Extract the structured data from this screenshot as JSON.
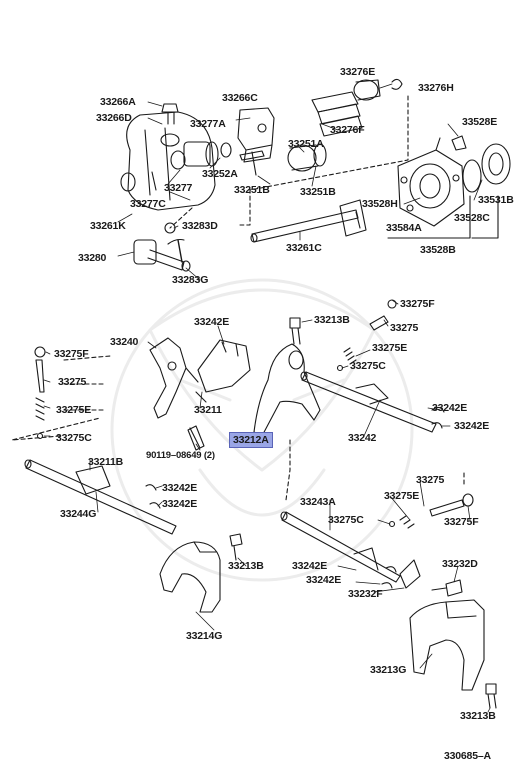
{
  "diagram": {
    "ref_code": "330685–A",
    "highlight_color": "#9aa6e6",
    "labels": [
      {
        "id": "p33276E",
        "text": "33276E"
      },
      {
        "id": "p33276H",
        "text": "33276H"
      },
      {
        "id": "p33266A",
        "text": "33266A"
      },
      {
        "id": "p33266C",
        "text": "33266C"
      },
      {
        "id": "p33266D",
        "text": "33266D"
      },
      {
        "id": "p33277A",
        "text": "33277A"
      },
      {
        "id": "p33276F",
        "text": "33276F"
      },
      {
        "id": "p33528E",
        "text": "33528E"
      },
      {
        "id": "p33251A",
        "text": "33251A"
      },
      {
        "id": "p33252A",
        "text": "33252A"
      },
      {
        "id": "p33277",
        "text": "33277"
      },
      {
        "id": "p33251B_a",
        "text": "33251B"
      },
      {
        "id": "p33251B_b",
        "text": "33251B"
      },
      {
        "id": "p33277C",
        "text": "33277C"
      },
      {
        "id": "p33528H",
        "text": "33528H"
      },
      {
        "id": "p33531B",
        "text": "33531B"
      },
      {
        "id": "p33261K",
        "text": "33261K"
      },
      {
        "id": "p33283D",
        "text": "33283D"
      },
      {
        "id": "p33528C",
        "text": "33528C"
      },
      {
        "id": "p33584A",
        "text": "33584A"
      },
      {
        "id": "p33261C",
        "text": "33261C"
      },
      {
        "id": "p33280",
        "text": "33280"
      },
      {
        "id": "p33528B",
        "text": "33528B"
      },
      {
        "id": "p33283G",
        "text": "33283G"
      },
      {
        "id": "p33275F_a",
        "text": "33275F"
      },
      {
        "id": "p33242E_a",
        "text": "33242E"
      },
      {
        "id": "p33213B_a",
        "text": "33213B"
      },
      {
        "id": "p33275_a",
        "text": "33275"
      },
      {
        "id": "p33240",
        "text": "33240"
      },
      {
        "id": "p33275E_a",
        "text": "33275E"
      },
      {
        "id": "p33275F_b",
        "text": "33275F"
      },
      {
        "id": "p33275C_a",
        "text": "33275C"
      },
      {
        "id": "p33275_b",
        "text": "33275"
      },
      {
        "id": "p33211",
        "text": "33211"
      },
      {
        "id": "p33275E_b",
        "text": "33275E"
      },
      {
        "id": "p33242E_b",
        "text": "33242E"
      },
      {
        "id": "p33242E_c",
        "text": "33242E"
      },
      {
        "id": "p33275C_b",
        "text": "33275C"
      },
      {
        "id": "p33212A",
        "text": "33212A"
      },
      {
        "id": "p33242",
        "text": "33242"
      },
      {
        "id": "p90119",
        "text": "90119–08649 (2)"
      },
      {
        "id": "p33211B",
        "text": "33211B"
      },
      {
        "id": "p33275_c",
        "text": "33275"
      },
      {
        "id": "p33242E_d",
        "text": "33242E"
      },
      {
        "id": "p33275E_c",
        "text": "33275E"
      },
      {
        "id": "p33242E_e",
        "text": "33242E"
      },
      {
        "id": "p33243A",
        "text": "33243A"
      },
      {
        "id": "p33244G",
        "text": "33244G"
      },
      {
        "id": "p33275C_c",
        "text": "33275C"
      },
      {
        "id": "p33275F_c",
        "text": "33275F"
      },
      {
        "id": "p33213B_b",
        "text": "33213B"
      },
      {
        "id": "p33242E_f",
        "text": "33242E"
      },
      {
        "id": "p33232D",
        "text": "33232D"
      },
      {
        "id": "p33242E_g",
        "text": "33242E"
      },
      {
        "id": "p33232F",
        "text": "33232F"
      },
      {
        "id": "p33214G",
        "text": "33214G"
      },
      {
        "id": "p33213G",
        "text": "33213G"
      },
      {
        "id": "p33213B_c",
        "text": "33213B"
      }
    ]
  }
}
